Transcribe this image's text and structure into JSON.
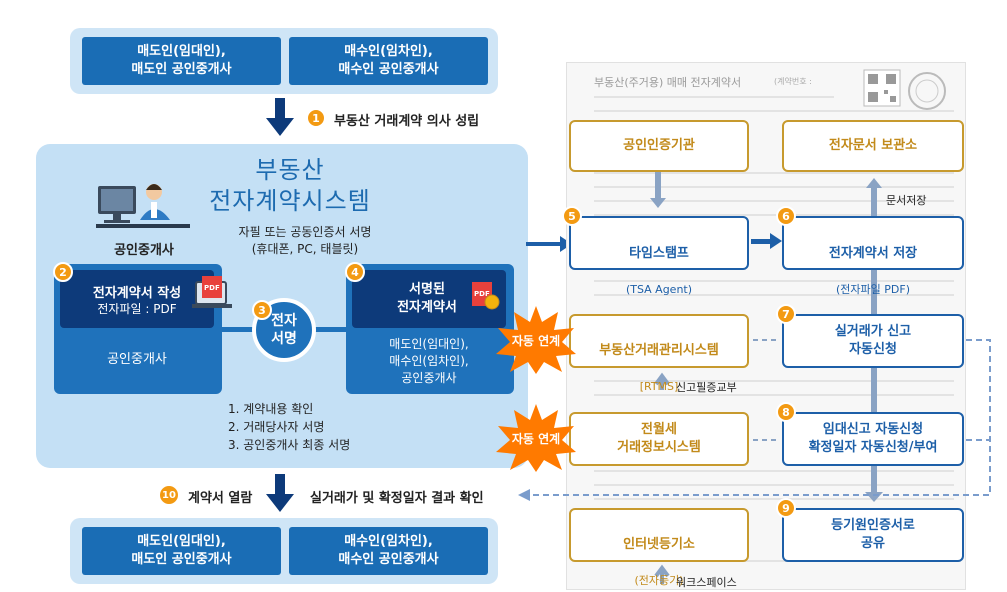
{
  "top_parties": {
    "left": "매도인(임대인),\n매도인 공인중개사",
    "right": "매수인(임차인),\n매수인 공인중개사"
  },
  "bottom_parties": {
    "left": "매도인(임대인),\n매도인 공인중개사",
    "right": "매수인(임차인),\n매수인 공인중개사"
  },
  "steps": {
    "s1": {
      "num": "1",
      "label": "부동산 거래계약 의사 성립"
    },
    "s2": {
      "num": "2",
      "title": "전자계약서 작성",
      "sub": "전자파일 : PDF",
      "body": "공인중개사"
    },
    "s3": {
      "num": "3",
      "label": "전자\n서명"
    },
    "s4": {
      "num": "4",
      "title": "서명된\n전자계약서",
      "body": "매도인(임대인),\n매수인(임차인),\n공인중개사"
    },
    "s5": {
      "num": "5",
      "title": "타임스탬프",
      "sub": "(TSA Agent)"
    },
    "s6": {
      "num": "6",
      "title": "전자계약서 저장",
      "sub": "(전자파일 PDF)"
    },
    "s7": {
      "num": "7",
      "title": "실거래가 신고\n자동신청"
    },
    "s8": {
      "num": "8",
      "title": "임대신고 자동신청\n확정일자 자동신청/부여"
    },
    "s9": {
      "num": "9",
      "title": "등기원인증서로\n공유"
    },
    "s10": {
      "num": "10",
      "label": "계약서 열람"
    }
  },
  "system": {
    "title": "부동산\n전자계약시스템",
    "agent_label": "공인중개사",
    "sign_note": "자필 또는 공동인증서 서명\n(휴대폰, PC, 태블릿)",
    "checklist": "1. 계약내용 확인\n2. 거래당사자 서명\n3. 공인중개사 최종 서명"
  },
  "gold_boxes": {
    "cert": "공인인증기관",
    "rtms": "부동산거래관리시스템",
    "rtms_sub": "[RTMS]",
    "rent": "전월세\n거래정보시스템",
    "registry": "인터넷등기소",
    "registry_sub": "(전자등기)"
  },
  "blue_boxes": {
    "archive": "전자문서 보관소"
  },
  "annotations": {
    "doc_store": "문서저장",
    "report_cert": "신고필증교부",
    "workspace": "워크스페이스",
    "result_check": "실거래가 및 확정일자 결과 확인",
    "auto_link_1": "자동 연계",
    "auto_link_2": "자동 연계",
    "pdf": "PDF"
  },
  "doc_bg": {
    "title": "부동산(주거용) 매매 전자계약서",
    "number_label": "(계약번호 :"
  },
  "colors": {
    "party_blue": "#1a6db5",
    "system_bg": "#c4e0f5",
    "title_blue": "#1d6bb0",
    "orange": "#f39a12",
    "gold": "#c79a2e",
    "navy": "#0d3a7a",
    "burst": "#ff7a00"
  }
}
